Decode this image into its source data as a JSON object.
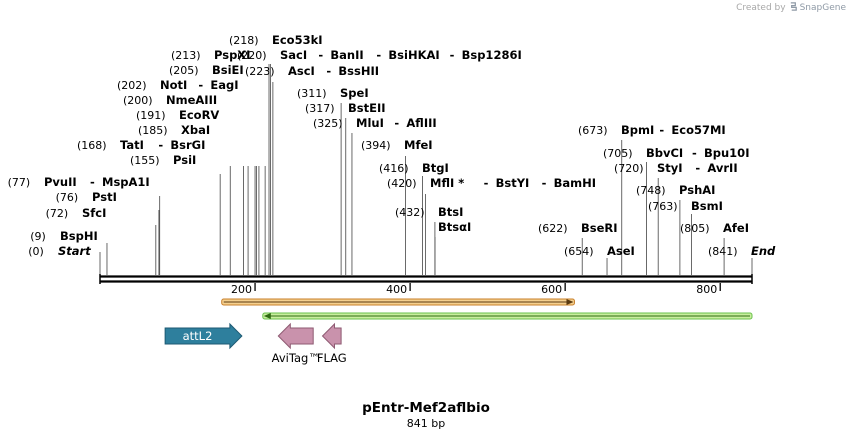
{
  "credit": {
    "prefix": "Created by",
    "brand": "SnapGene"
  },
  "title": "pEntr-Mef2aflbio",
  "subtitle": "841 bp",
  "ticks": [
    "200",
    "400",
    "600",
    "800"
  ],
  "sites": [
    {
      "pos": "(0)",
      "label": [
        {
          "t": "Start",
          "i": true
        }
      ],
      "bp": 0
    },
    {
      "pos": "(9)",
      "label": [
        {
          "t": "BspHI"
        }
      ],
      "bp": 9
    },
    {
      "pos": "(72)",
      "label": [
        {
          "t": "SfcI"
        }
      ],
      "bp": 72
    },
    {
      "pos": "(76)",
      "label": [
        {
          "t": "PstI"
        }
      ],
      "bp": 76
    },
    {
      "pos": "(77)",
      "label": [
        {
          "t": "PvuII"
        },
        {
          "t": "MspA1I"
        }
      ],
      "bp": 77
    },
    {
      "pos": "(155)",
      "label": [
        {
          "t": "PsiI"
        }
      ],
      "bp": 155
    },
    {
      "pos": "(168)",
      "label": [
        {
          "t": "TatI"
        },
        {
          "t": "BsrGI"
        }
      ],
      "bp": 168
    },
    {
      "pos": "(185)",
      "label": [
        {
          "t": "XbaI"
        }
      ],
      "bp": 185
    },
    {
      "pos": "(191)",
      "label": [
        {
          "t": "EcoRV"
        }
      ],
      "bp": 191
    },
    {
      "pos": "(200)",
      "label": [
        {
          "t": "NmeAIII"
        }
      ],
      "bp": 200
    },
    {
      "pos": "(202)",
      "label": [
        {
          "t": "NotI"
        },
        {
          "t": "EagI"
        }
      ],
      "bp": 202
    },
    {
      "pos": "(205)",
      "label": [
        {
          "t": "BsiEI"
        }
      ],
      "bp": 205
    },
    {
      "pos": "(213)",
      "label": [
        {
          "t": "PspXI"
        }
      ],
      "bp": 213
    },
    {
      "pos": "(218)",
      "label": [
        {
          "t": "Eco53kI"
        }
      ],
      "bp": 218
    },
    {
      "pos": "(220)",
      "label": [
        {
          "t": "SacI"
        },
        {
          "t": "BanII"
        },
        {
          "t": "BsiHKAI"
        },
        {
          "t": "Bsp1286I"
        }
      ],
      "bp": 220
    },
    {
      "pos": "(223)",
      "label": [
        {
          "t": "AscI"
        },
        {
          "t": "BssHII"
        }
      ],
      "bp": 223
    },
    {
      "pos": "(311)",
      "label": [
        {
          "t": "SpeI"
        }
      ],
      "bp": 311
    },
    {
      "pos": "(317)",
      "label": [
        {
          "t": "BstEII"
        }
      ],
      "bp": 317
    },
    {
      "pos": "(325)",
      "label": [
        {
          "t": "MluI"
        },
        {
          "t": "AflIII"
        }
      ],
      "bp": 325
    },
    {
      "pos": "(394)",
      "label": [
        {
          "t": "MfeI"
        }
      ],
      "bp": 394
    },
    {
      "pos": "(416)",
      "label": [
        {
          "t": "BtgI"
        }
      ],
      "bp": 416
    },
    {
      "pos": "(420)",
      "label": [
        {
          "t": "MflI *"
        },
        {
          "t": "BstYI"
        },
        {
          "t": "BamHI"
        }
      ],
      "bp": 420
    },
    {
      "pos": "(432)",
      "label": [
        {
          "t": "BtsI"
        }
      ],
      "bp": 432
    },
    {
      "pos": "",
      "label": [
        {
          "t": "BtsαI"
        }
      ],
      "bp": 432
    },
    {
      "pos": "(622)",
      "label": [
        {
          "t": "BseRI"
        }
      ],
      "bp": 622
    },
    {
      "pos": "(654)",
      "label": [
        {
          "t": "AseI"
        }
      ],
      "bp": 654
    },
    {
      "pos": "(673)",
      "label": [
        {
          "t": "BpmI"
        },
        {
          "t": "Eco57MI"
        }
      ],
      "bp": 673
    },
    {
      "pos": "(705)",
      "label": [
        {
          "t": "BbvCI"
        },
        {
          "t": "Bpu10I"
        }
      ],
      "bp": 705
    },
    {
      "pos": "(720)",
      "label": [
        {
          "t": "StyI"
        },
        {
          "t": "AvrII"
        }
      ],
      "bp": 720
    },
    {
      "pos": "(748)",
      "label": [
        {
          "t": "PshAI"
        }
      ],
      "bp": 748
    },
    {
      "pos": "(763)",
      "label": [
        {
          "t": "BsmI"
        }
      ],
      "bp": 763
    },
    {
      "pos": "(805)",
      "label": [
        {
          "t": "AfeI"
        }
      ],
      "bp": 805
    },
    {
      "pos": "(841)",
      "label": [
        {
          "t": "End",
          "i": true
        }
      ],
      "bp": 841
    }
  ],
  "features": [
    {
      "name": "attL2",
      "color": "#2e7f9d",
      "bp_start": 84,
      "bp_end": 183,
      "direction": "forward"
    },
    {
      "name": "AviTag™",
      "color": "#c992ac",
      "bp_start": 230,
      "bp_end": 275,
      "direction": "reverse"
    },
    {
      "name": "FLAG",
      "color": "#c992ac",
      "bp_start": 287,
      "bp_end": 311,
      "direction": "reverse"
    }
  ],
  "orf_bars": [
    {
      "bp_start": 157,
      "bp_end": 612,
      "fill": "#f5d08f",
      "edge": "#c87f2a",
      "direction": "forward"
    },
    {
      "bp_start": 210,
      "bp_end": 841,
      "fill": "#c8ee9e",
      "edge": "#6ac04c",
      "direction": "reverse"
    }
  ]
}
